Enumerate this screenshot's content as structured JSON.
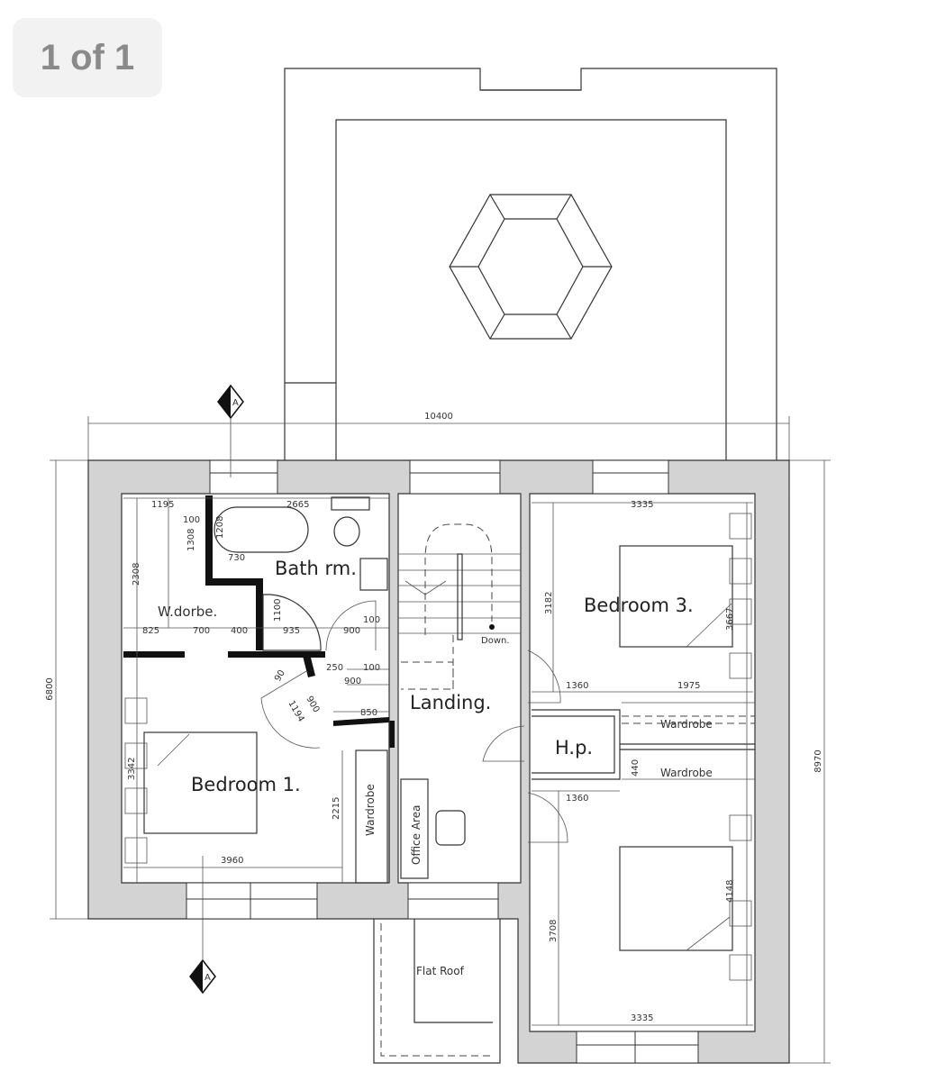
{
  "viewer": {
    "page_indicator": "1 of 1"
  },
  "plan": {
    "rooms": {
      "bathroom": "Bath rm.",
      "wardrobe_small": "W.dorbe.",
      "bedroom1": "Bedroom 1.",
      "bedroom3": "Bedroom 3.",
      "landing": "Landing.",
      "hot_press": "H.p.",
      "office": "Office Area",
      "wardrobe_b1": "Wardrobe",
      "wardrobe_b3": "Wardrobe",
      "wardrobe_b2": "Wardrobe",
      "flat_roof": "Flat Roof",
      "stairs_down": "Down."
    },
    "section_marker": "A",
    "dimensions": {
      "overall_width": "10400",
      "overall_left_depth": "6800",
      "overall_right_depth": "8970",
      "d1195": "1195",
      "d2665": "2665",
      "d100a": "100",
      "d1308": "1308",
      "d1208": "1208",
      "d730": "730",
      "d2308": "2308",
      "d1100": "1100",
      "d935": "935",
      "d900a": "900",
      "d100b": "100",
      "d825": "825",
      "d700": "700",
      "d400": "400",
      "d250": "250",
      "d100c": "100",
      "d900b": "900",
      "d90": "90",
      "d900c": "900",
      "d1194": "1194",
      "d850": "850",
      "d3342": "3342",
      "d2215": "2215",
      "d3960": "3960",
      "d3335top": "3335",
      "d3182": "3182",
      "d3667": "3667",
      "d1360a": "1360",
      "d1975": "1975",
      "d440": "440",
      "d1360b": "1360",
      "d3708": "3708",
      "d4148": "4148",
      "d3335bot": "3335"
    }
  }
}
